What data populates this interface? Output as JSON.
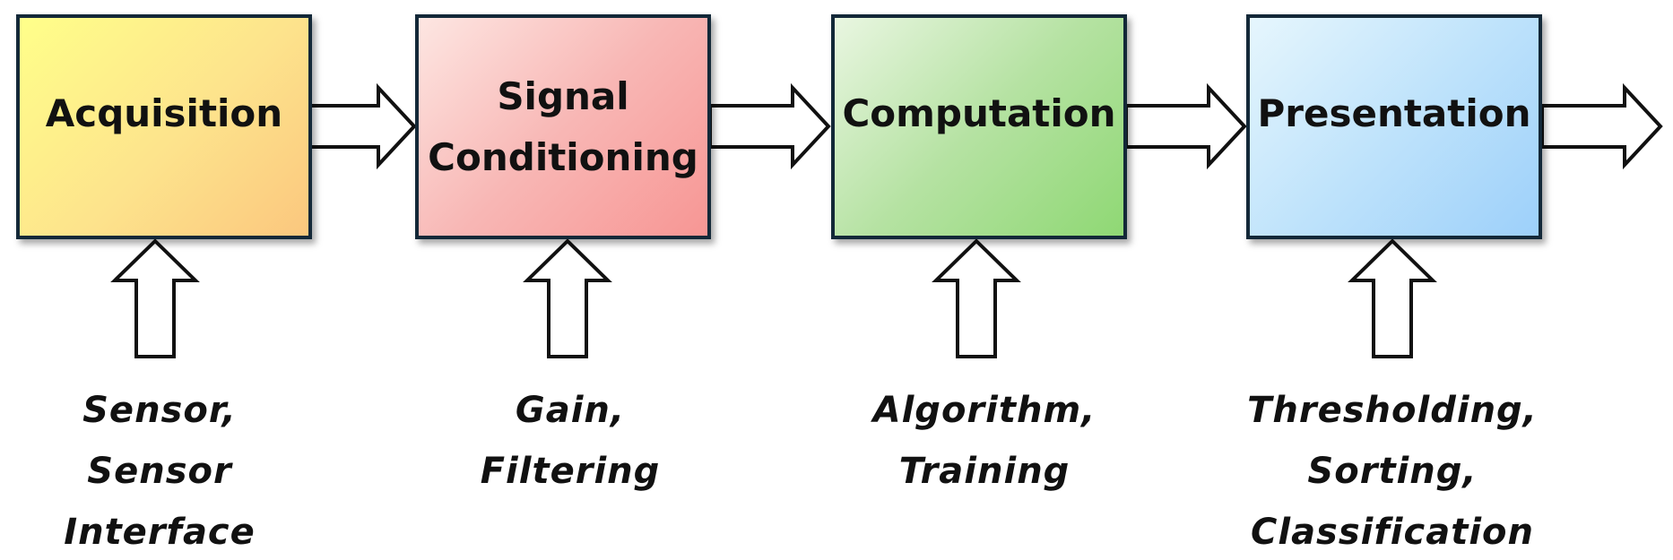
{
  "stages": [
    {
      "id": "acquisition",
      "label": "Acquisition",
      "input": "Sensor,\nSensor\nInterface",
      "color": "#fde38c"
    },
    {
      "id": "signal",
      "label": "Signal\nConditioning",
      "input": "Gain,\nFiltering",
      "color": "#f8b7b5"
    },
    {
      "id": "computation",
      "label": "Computation",
      "input": "Algorithm,\nTraining",
      "color": "#b5e2a2"
    },
    {
      "id": "presentation",
      "label": "Presentation",
      "input": "Thresholding,\nSorting,\nClassification",
      "color": "#bfe3fb"
    }
  ],
  "colors": {
    "border": "#132838",
    "arrow_stroke": "#111111",
    "arrow_fill": "#ffffff",
    "text": "#111111"
  }
}
